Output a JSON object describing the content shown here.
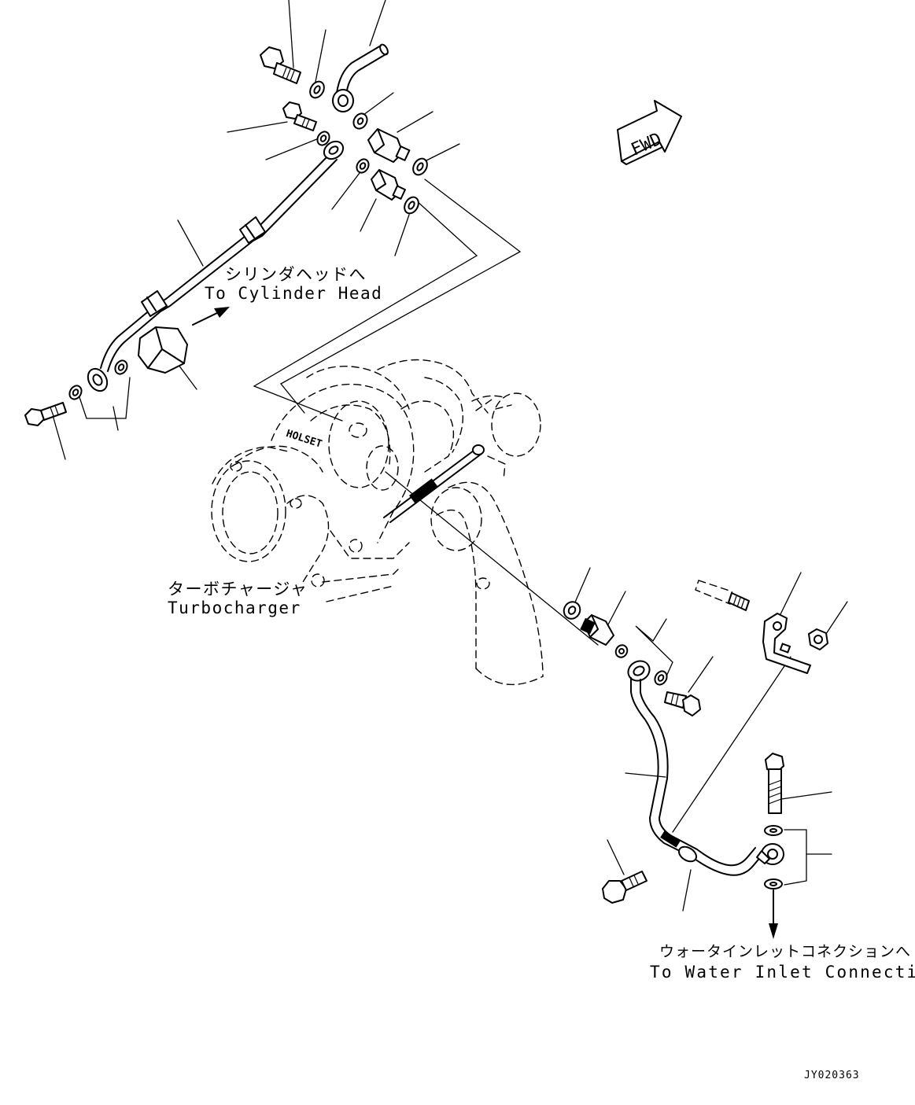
{
  "labels": {
    "cylinder_head_jp": "シリンダヘッドへ",
    "cylinder_head_en": "To Cylinder Head",
    "turbocharger_jp": "ターボチャージャ",
    "turbocharger_en": "Turbocharger",
    "water_inlet_jp": "ウォータインレットコネクションへ",
    "water_inlet_en": "To Water Inlet Connection",
    "fwd": "FWD",
    "drawing_code": "JY020363"
  },
  "icons": {
    "fwd_arrow": "fwd-arrow-icon",
    "flow_arrow": "arrow-icon"
  }
}
